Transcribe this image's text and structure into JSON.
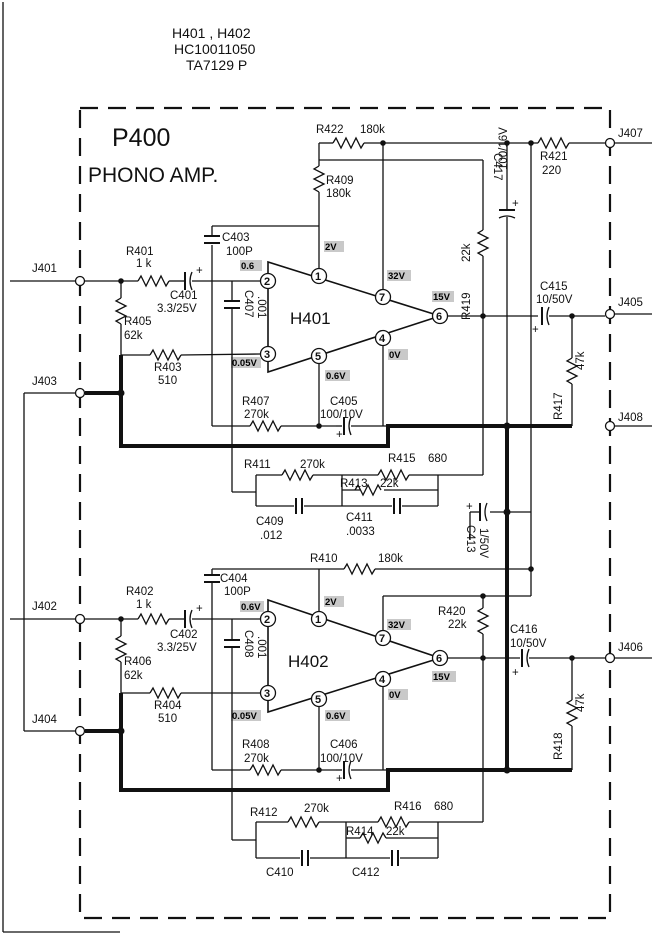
{
  "header": {
    "line1": "H401 , H402",
    "line2": "HC10011050",
    "line3": "TA7129 P"
  },
  "board": {
    "name": "P400",
    "title": "PHONO AMP."
  },
  "connectors": [
    "J401",
    "J402",
    "J403",
    "J404",
    "J405",
    "J406",
    "J407",
    "J408"
  ],
  "ics": [
    "H401",
    "H402"
  ],
  "pins": [
    "1",
    "2",
    "3",
    "4",
    "5",
    "6",
    "7"
  ],
  "voltages_h401": {
    "p1": "2V",
    "p2": "0.6",
    "p3": "0.05V",
    "p5": "0.6V",
    "p7": "32V",
    "p4": "0V",
    "p6": "15V"
  },
  "voltages_h402": {
    "p1": "2V",
    "p2": "0.6V",
    "p3": "0.05V",
    "p5": "0.6V",
    "p7": "32V",
    "p4": "0V",
    "p6": "15V"
  },
  "parts": {
    "r401": "R401",
    "r401v": "1 k",
    "r402": "R402",
    "r402v": "1 k",
    "r403": "R403",
    "r403v": "510",
    "r404": "R404",
    "r404v": "510",
    "r405": "R405",
    "r405v": "62k",
    "r406": "R406",
    "r406v": "62k",
    "r407": "R407",
    "r407v": "270k",
    "r408": "R408",
    "r408v": "270k",
    "r409": "R409",
    "r409v": "180k",
    "r410": "R410",
    "r410v": "180k",
    "r411": "R411",
    "r411v": "270k",
    "r412": "R412",
    "r412v": "270k",
    "r413": "R413",
    "r413v": "22k",
    "r414": "R414",
    "r414v": "22k",
    "r415": "R415",
    "r415v": "680",
    "r416": "R416",
    "r416v": "680",
    "r417": "R417",
    "r417v": "47k",
    "r418": "R418",
    "r418v": "47k",
    "r419": "R419",
    "r419v": "22k",
    "r420": "R420",
    "r420v": "22k",
    "r421": "R421",
    "r421v": "220",
    "r422": "R422",
    "r422v": "180k",
    "c401": "C401",
    "c401v": "3.3/25V",
    "c402": "C402",
    "c402v": "3.3/25V",
    "c403": "C403",
    "c403v": "100P",
    "c404": "C404",
    "c404v": "100P",
    "c405": "C405",
    "c405v": "100/10V",
    "c406": "C406",
    "c406v": "100/10V",
    "c407": "C407",
    "c407v": ".001",
    "c408": "C408",
    "c408v": ".001",
    "c409": "C409",
    "c409v": ".012",
    "c410": "C410",
    "c411": "C411",
    "c411v": ".0033",
    "c412": "C412",
    "c413": "C413",
    "c413v": "1/50V",
    "c415": "C415",
    "c415v": "10/50V",
    "c416": "C416",
    "c416v": "10/50V",
    "c417": "C417",
    "c417v": "100/16V"
  }
}
